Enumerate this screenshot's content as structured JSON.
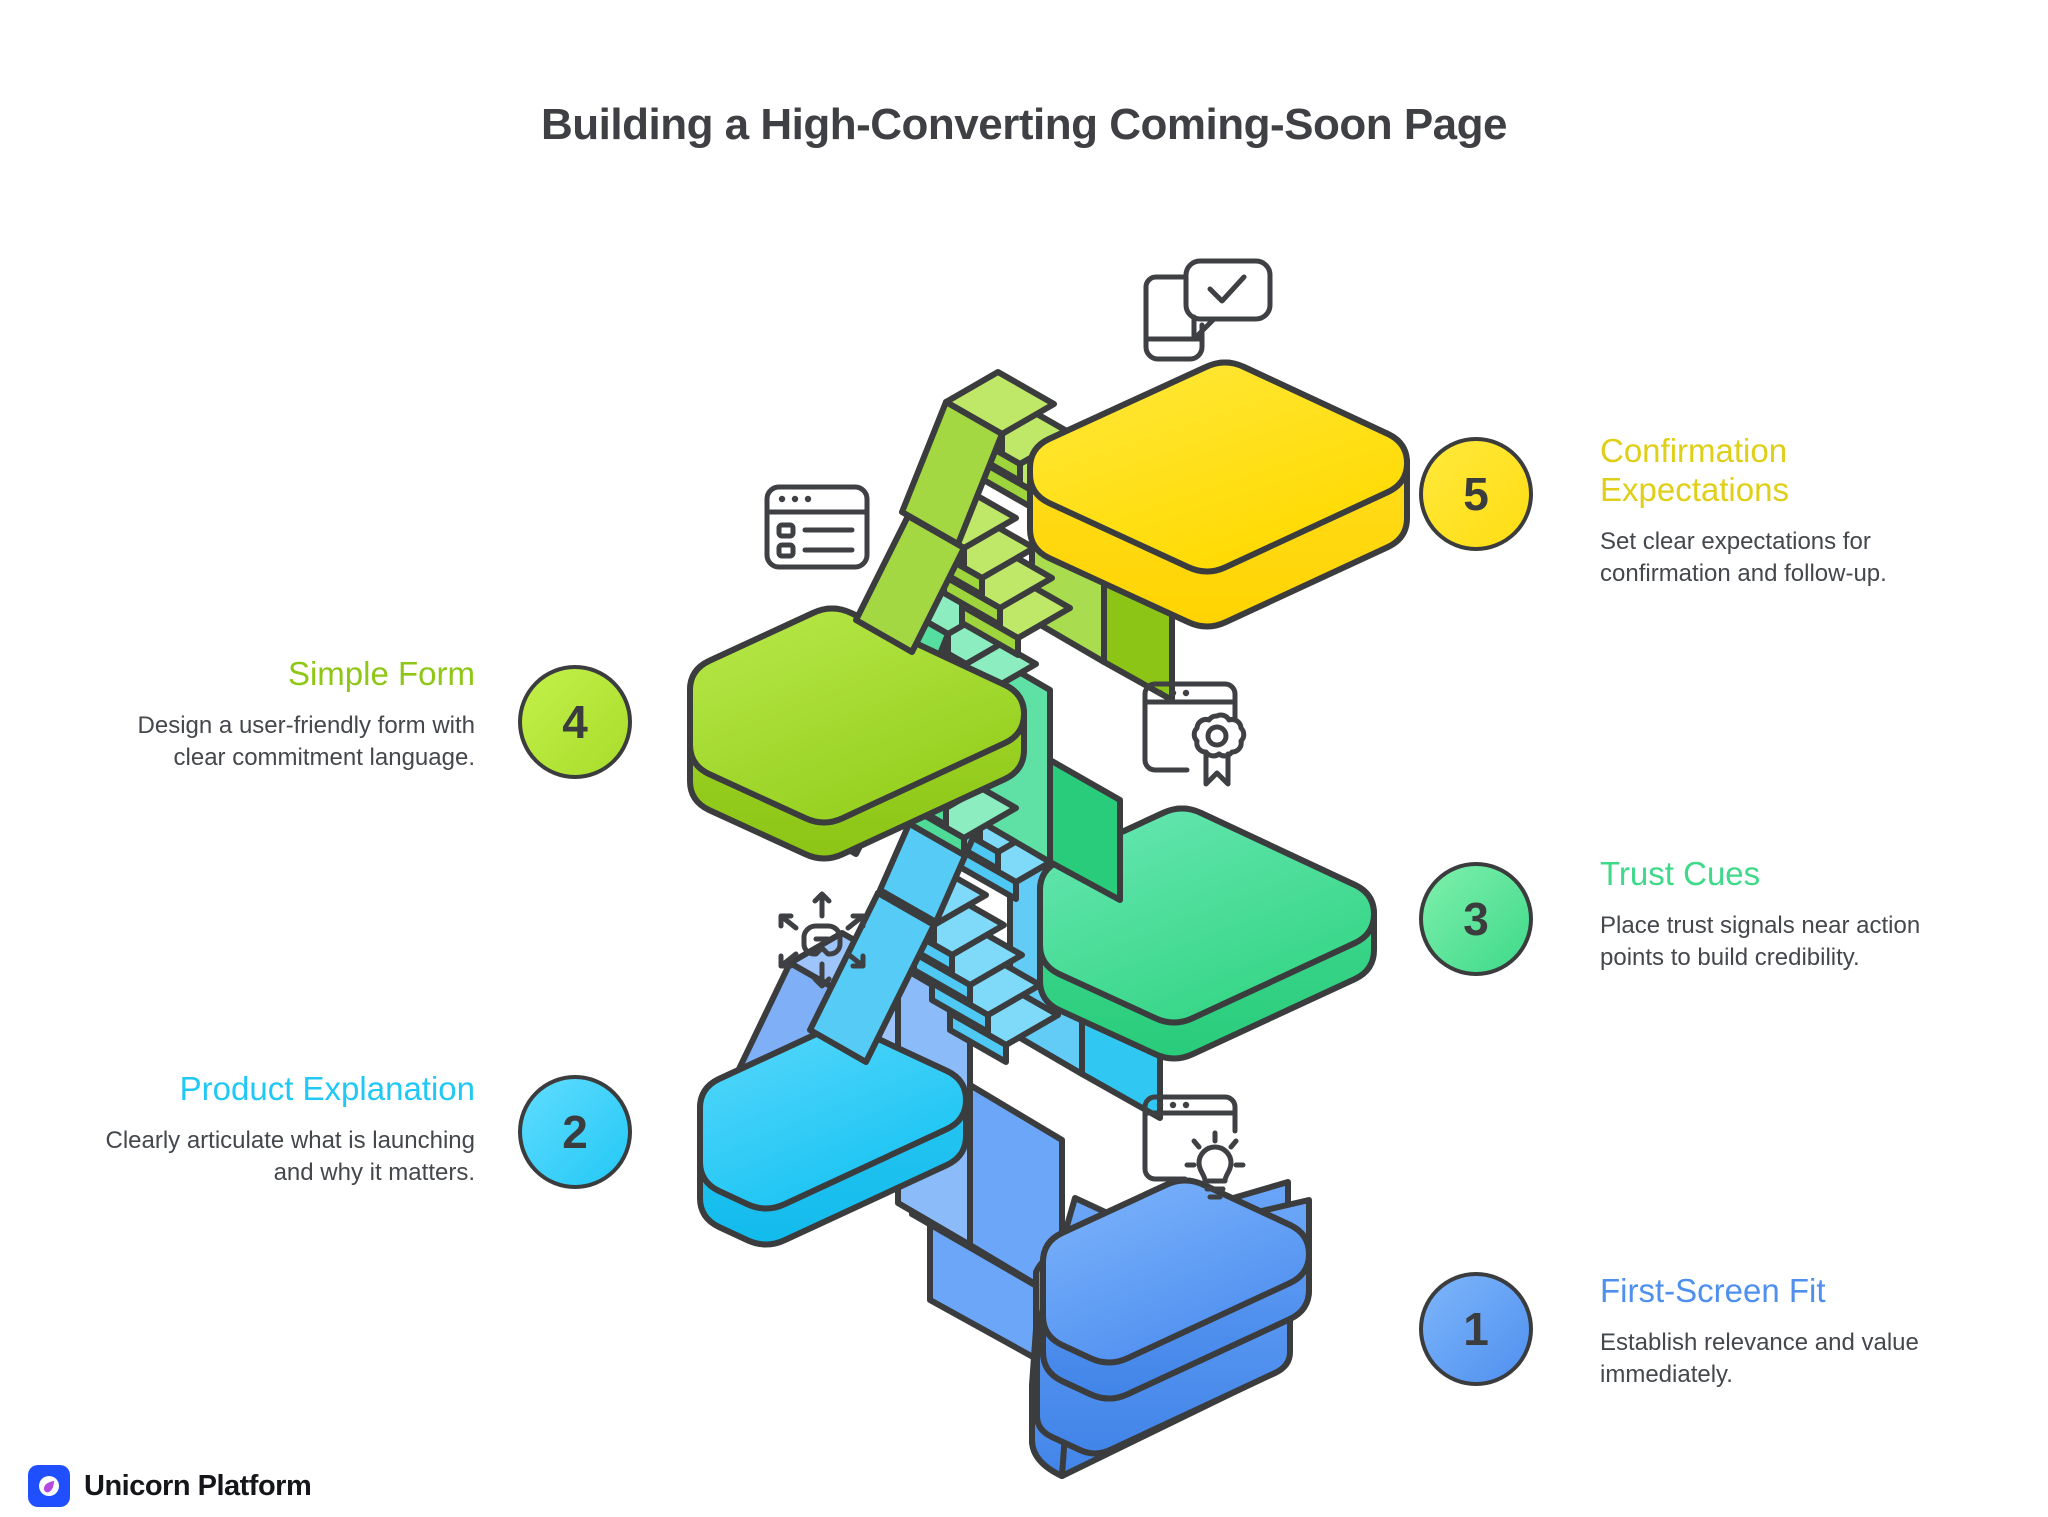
{
  "page": {
    "title": "Building a High-Converting Coming-Soon Page",
    "background_color": "#ffffff",
    "text_color": "#3f4043",
    "outline_color": "#3b3c3e"
  },
  "steps": [
    {
      "number": "1",
      "title": "First-Screen Fit",
      "description": "Establish relevance and value immediately.",
      "color": "#4f90ef",
      "side": "right"
    },
    {
      "number": "2",
      "title": "Product Explanation",
      "description": "Clearly articulate what is launching and why it matters.",
      "color": "#22c8f5",
      "side": "left"
    },
    {
      "number": "3",
      "title": "Trust Cues",
      "description": "Place trust signals near action points to build credibility.",
      "color": "#3fd98a",
      "side": "right"
    },
    {
      "number": "4",
      "title": "Simple Form",
      "description": "Design a user-friendly form with clear commitment language.",
      "color": "#8fc717",
      "side": "left"
    },
    {
      "number": "5",
      "title": "Confirmation Expectations",
      "description": "Set clear expectations for confirmation and follow-up.",
      "color": "#e0cf19",
      "side": "right"
    }
  ],
  "illustration": {
    "type": "isometric-staircase",
    "platform_colors": [
      "#4f90ef",
      "#22c8f5",
      "#3fd98a",
      "#8fc717",
      "#ffdd12"
    ],
    "stair_colors": [
      "#7ea8f5",
      "#62ccf7",
      "#6fe3b5",
      "#a9dc4e"
    ],
    "icons": [
      "phone-confirmation-icon",
      "form-window-icon",
      "certificate-badge-icon",
      "vr-headset-expand-icon",
      "lightbulb-window-icon"
    ]
  },
  "brand": {
    "name": "Unicorn Platform",
    "mark_color": "#1f4fff",
    "mark_accent": "#b44ae0"
  }
}
